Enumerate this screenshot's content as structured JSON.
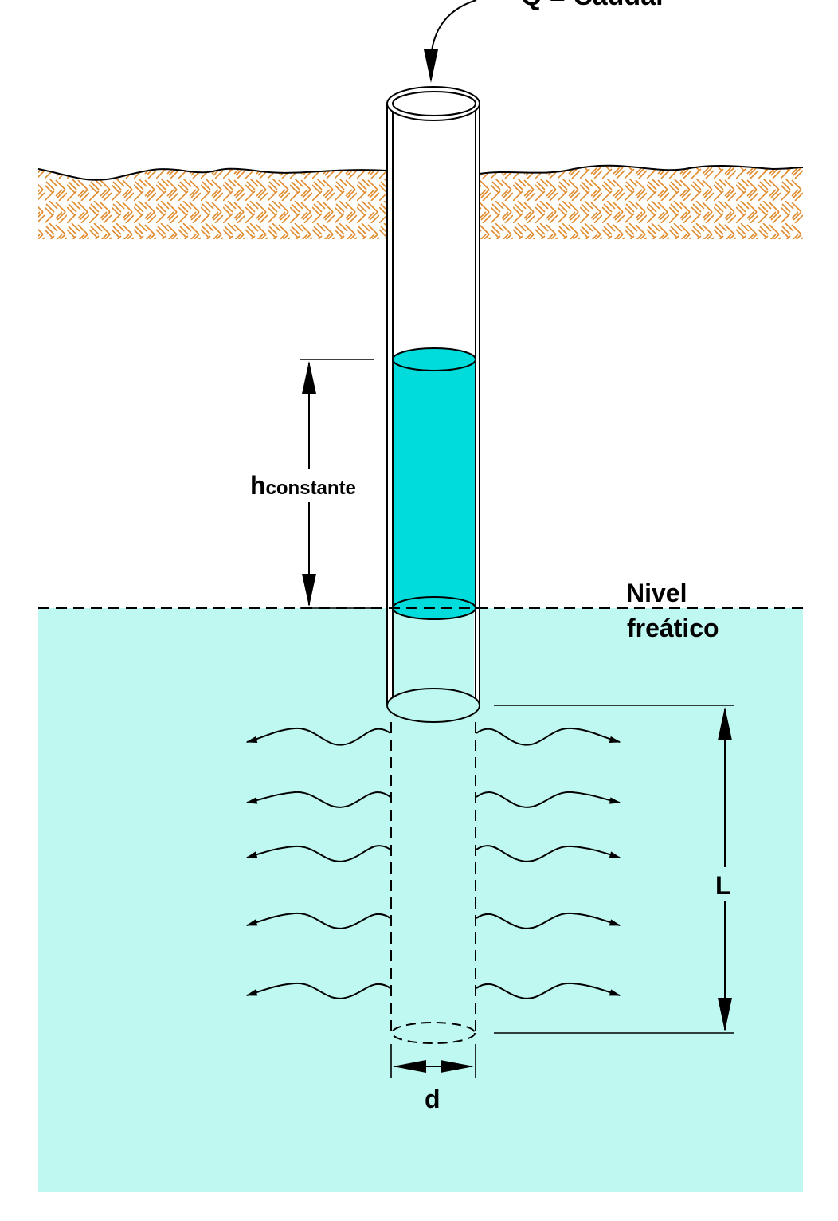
{
  "labels": {
    "flow": "Q = Caudal",
    "head_main": "h",
    "head_sub": "constante",
    "water_table_line1": "Nivel",
    "water_table_line2": "freático",
    "length": "L",
    "diameter": "d"
  },
  "colors": {
    "soil_hatch": "#e08a2c",
    "saturated_zone": "#bff8f0",
    "water_column": "#00dcdc",
    "line": "#000000"
  }
}
